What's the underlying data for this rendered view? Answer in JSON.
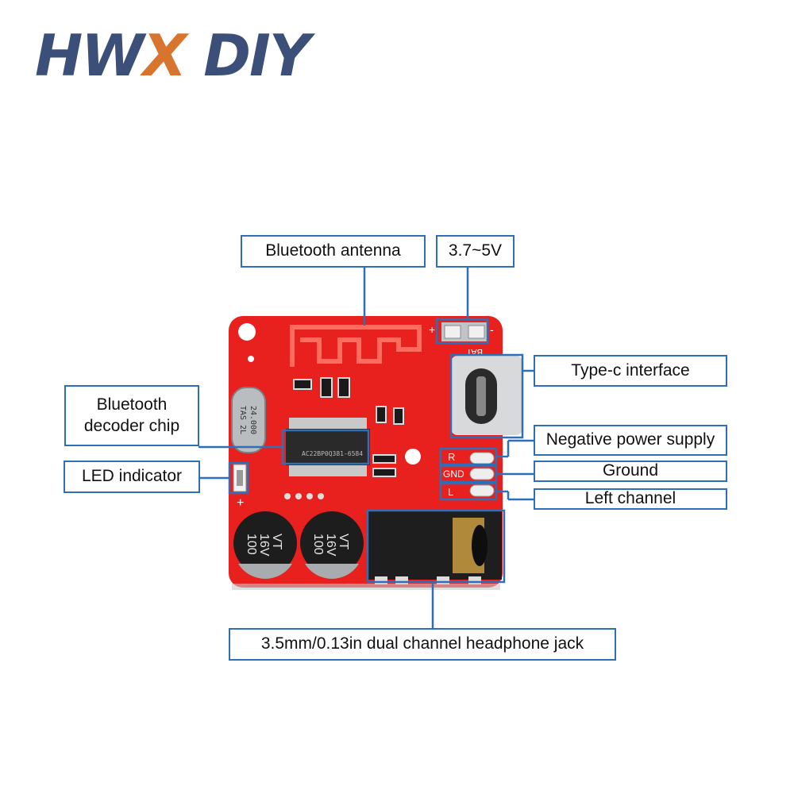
{
  "brand": {
    "part1": "HW",
    "part2": "X",
    "part3": " DIY"
  },
  "labels": {
    "bluetooth_antenna": "Bluetooth antenna",
    "voltage": "3.7~5V",
    "type_c": "Type-c interface",
    "bt_decoder_line1": "Bluetooth",
    "bt_decoder_line2": "decoder chip",
    "neg_power": "Negative power supply",
    "led_indicator": "LED indicator",
    "ground": "Ground",
    "left_channel": "Left channel",
    "headphone_jack": "3.5mm/0.13in dual channel headphone jack"
  },
  "board": {
    "pcb_color": "#e8201e",
    "crystal": [
      "24.000",
      "TAS 2L"
    ],
    "chip_mark": "AC22BP0Q381-6584",
    "cap_left": [
      "100",
      "16V",
      "VT"
    ],
    "cap_right": [
      "100",
      "16V",
      "VT"
    ],
    "bat_label": "BAT",
    "pad_labels": [
      "R",
      "GND",
      "L"
    ],
    "plus_sign": "+",
    "minus_sign": "-"
  },
  "colors": {
    "accent_blue": "#2f6fb8",
    "logo_dark": "#3c4f78",
    "logo_orange": "#d7742e"
  }
}
